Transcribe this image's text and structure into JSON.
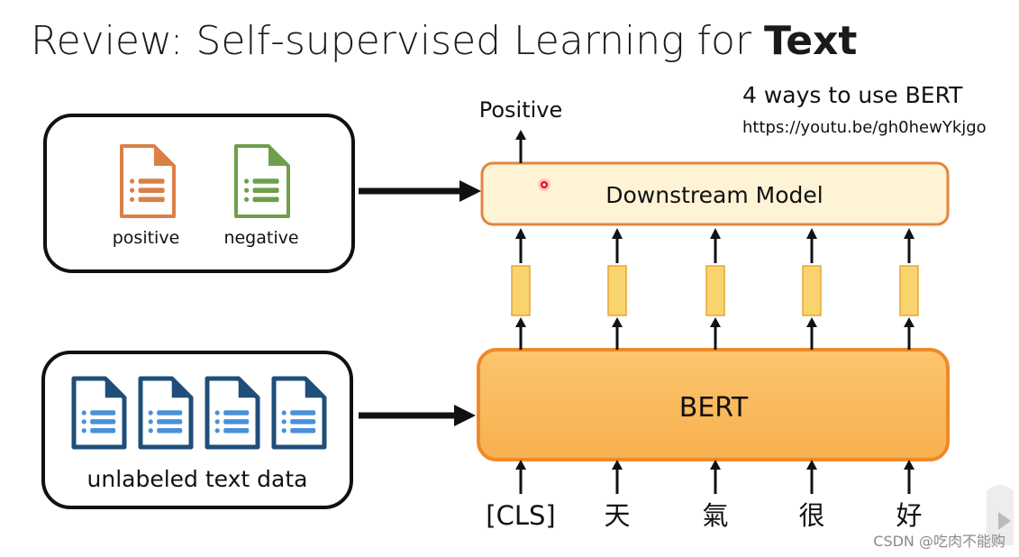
{
  "slide": {
    "title_prefix": "Review: Self-supervised Learning for ",
    "title_bold": "Text"
  },
  "reference": {
    "heading": "4 ways to use BERT",
    "url": "https://youtu.be/gh0hewYkjgo"
  },
  "labeled_data": {
    "items": [
      {
        "label": "positive",
        "color": "#DA8046"
      },
      {
        "label": "negative",
        "color": "#6E9F4B"
      }
    ]
  },
  "unlabeled_data": {
    "label": "unlabeled text data",
    "doc_color": "#1F4E79",
    "line_color": "#4A90D9",
    "doc_count": 4
  },
  "downstream": {
    "label": "Downstream Model",
    "output": "Positive",
    "fill": "#FFF3D6",
    "stroke": "#E2863C"
  },
  "bert": {
    "label": "BERT",
    "fill": "#FBBF66",
    "stroke": "#EE8A2A"
  },
  "tokens": [
    "[CLS]",
    "天",
    "氣",
    "很",
    "好"
  ],
  "embedding_color": "#F9D46E",
  "watermark": "CSDN @吃肉不能购"
}
